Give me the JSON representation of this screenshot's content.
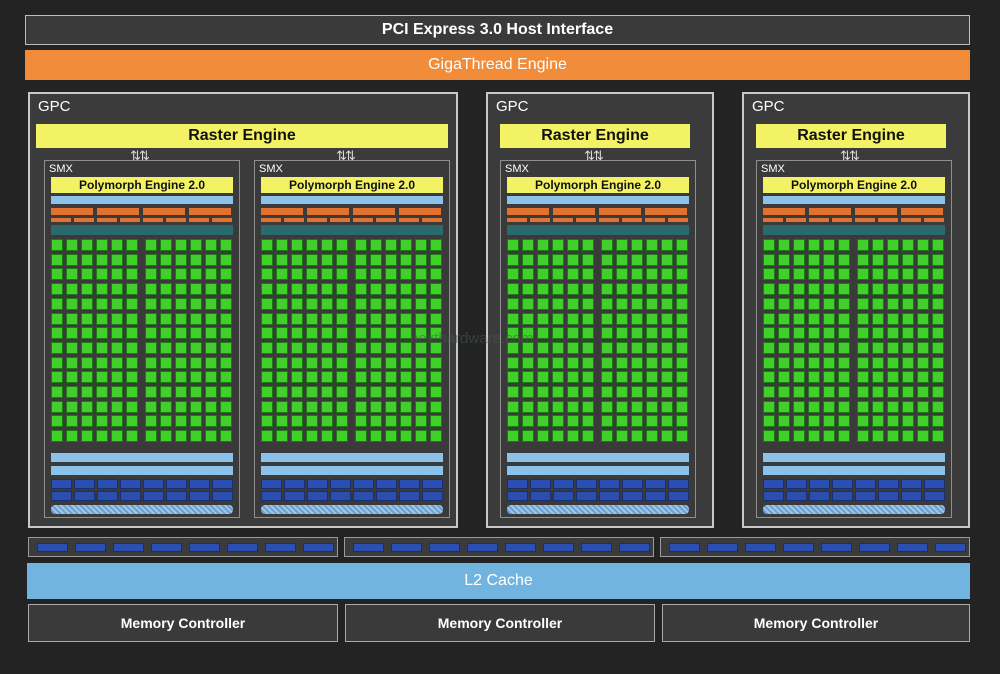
{
  "host_interface": "PCI Express 3.0 Host Interface",
  "gigathread": "GigaThread Engine",
  "gpc_label": "GPC",
  "raster_label": "Raster Engine",
  "smx_label": "SMX",
  "polymorph_label": "Polymorph Engine 2.0",
  "l2_label": "L2 Cache",
  "memory_controllers": [
    "Memory Controller",
    "Memory Controller",
    "Memory Controller"
  ],
  "watermark": "nexthardware.com",
  "gpcs": [
    {
      "smx_count": 2
    },
    {
      "smx_count": 1
    },
    {
      "smx_count": 1
    }
  ],
  "colors": {
    "host_interface": "#3a3a3a",
    "gigathread": "#f08c3a",
    "raster": "#f2f264",
    "cuda_core": "#3fd02a",
    "l2_cache": "#72b4e0",
    "background": "#232323"
  }
}
